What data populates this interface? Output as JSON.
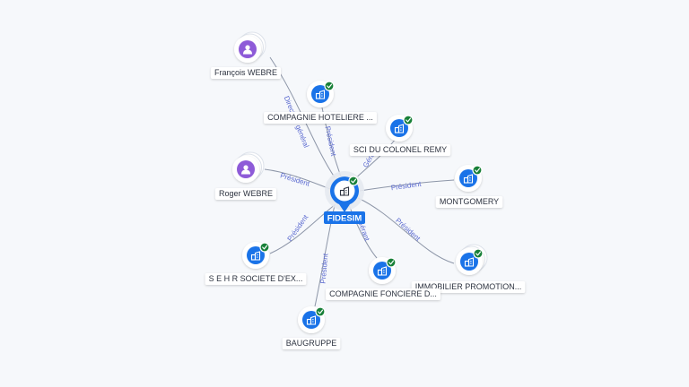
{
  "colors": {
    "company": "#1a73e8",
    "person": "#8e5bd8",
    "check": "#188038",
    "edge_label": "#5b6ad0",
    "center_label_bg": "#1a73e8"
  },
  "center": {
    "label": "FIDESIM",
    "icon": "building-icon",
    "verified": true
  },
  "nodes": [
    {
      "id": "francois-webre",
      "label": "François WEBRE",
      "kind": "person",
      "icon": "person-icon",
      "verified": false,
      "stacked": true,
      "relation": "Directeur général"
    },
    {
      "id": "compagnie-hoteliere",
      "label": "COMPAGNIE HOTELIERE ...",
      "kind": "company",
      "icon": "building-icon",
      "verified": true,
      "stacked": false,
      "relation": "Président"
    },
    {
      "id": "sci-colonel-remy",
      "label": "SCI DU COLONEL REMY",
      "kind": "company",
      "icon": "building-icon",
      "verified": true,
      "stacked": false,
      "relation": "Gérant"
    },
    {
      "id": "roger-webre",
      "label": "Roger WEBRE",
      "kind": "person",
      "icon": "person-icon",
      "verified": false,
      "stacked": true,
      "relation": "Président"
    },
    {
      "id": "montgomery",
      "label": "MONTGOMERY",
      "kind": "company",
      "icon": "building-icon",
      "verified": true,
      "stacked": false,
      "relation": "Président"
    },
    {
      "id": "sehr",
      "label": "S E H R SOCIETE D'EX...",
      "kind": "company",
      "icon": "building-icon",
      "verified": true,
      "stacked": false,
      "relation": "Président"
    },
    {
      "id": "immobilier-promotion",
      "label": "IMMOBILIER PROMOTION...",
      "kind": "company",
      "icon": "building-icon",
      "verified": true,
      "stacked": true,
      "relation": "Président"
    },
    {
      "id": "compagnie-fonciere",
      "label": "COMPAGNIE FONCIERE D...",
      "kind": "company",
      "icon": "building-icon",
      "verified": true,
      "stacked": false,
      "relation": "Gérant"
    },
    {
      "id": "baugruppe",
      "label": "BAUGRUPPE",
      "kind": "company",
      "icon": "building-icon",
      "verified": true,
      "stacked": false,
      "relation": "Président"
    }
  ]
}
